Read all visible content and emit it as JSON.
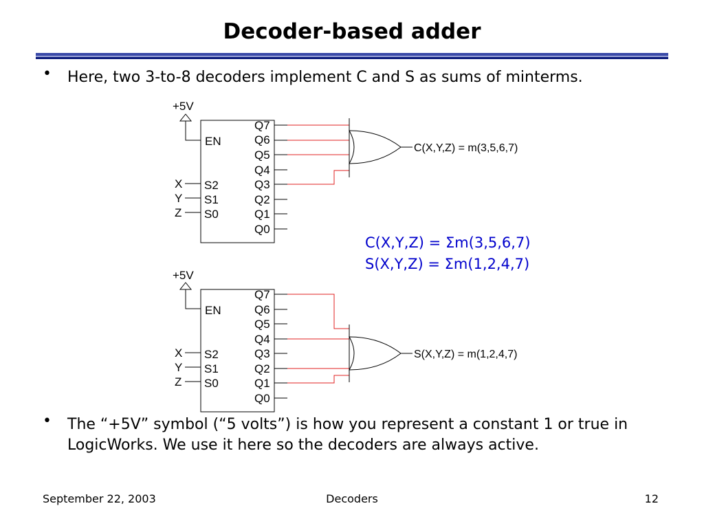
{
  "slide": {
    "title": "Decoder-based adder",
    "bullets": [
      "Here, two 3-to-8 decoders implement C and S as sums of minterms.",
      "The “+5V” symbol (“5 volts”) is how you represent a constant 1 or true in LogicWorks. We use it here so the decoders are always active."
    ],
    "bullet_marker": "•"
  },
  "equations": {
    "c": "C(X,Y,Z) = Σm(3,5,6,7)",
    "s": "S(X,Y,Z) = Σm(1,2,4,7)"
  },
  "circuit_top": {
    "power": "+5V",
    "enable": "EN",
    "inputs": [
      "X",
      "Y",
      "Z"
    ],
    "selects": [
      "S2",
      "S1",
      "S0"
    ],
    "outputs": [
      "Q7",
      "Q6",
      "Q5",
      "Q4",
      "Q3",
      "Q2",
      "Q1",
      "Q0"
    ],
    "gate_output_label": "C(X,Y,Z) = m(3,5,6,7)"
  },
  "circuit_bottom": {
    "power": "+5V",
    "enable": "EN",
    "inputs": [
      "X",
      "Y",
      "Z"
    ],
    "selects": [
      "S2",
      "S1",
      "S0"
    ],
    "outputs": [
      "Q7",
      "Q6",
      "Q5",
      "Q4",
      "Q3",
      "Q2",
      "Q1",
      "Q0"
    ],
    "gate_output_label": "S(X,Y,Z) = m(1,2,4,7)"
  },
  "footer": {
    "date": "September 22, 2003",
    "center": "Decoders",
    "page": "12"
  },
  "colors": {
    "wire_active": "#e02020",
    "wire": "#000000",
    "equation": "#0000cc",
    "rule": "#0b1a7a"
  }
}
